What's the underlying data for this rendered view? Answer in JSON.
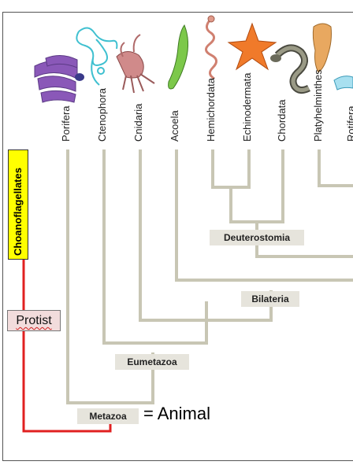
{
  "outgroup": {
    "label": "Choanoflagellates",
    "color": "#ffff00"
  },
  "taxa": [
    "Porifera",
    "Ctenophora",
    "Cnidaria",
    "Acoela",
    "Hemichordata",
    "Echinodermata",
    "Chordata",
    "Platyhelminthes",
    "Rotifera"
  ],
  "clades": {
    "deuterostomia": "Deuterostomia",
    "bilateria": "Bilateria",
    "eumetazoa": "Eumetazoa",
    "metazoa": "Metazoa"
  },
  "annotations": {
    "protist": "Protist",
    "animal": "= Animal"
  },
  "organism_icons": [
    "sponge-icon",
    "comb-jelly-icon",
    "jellyfish-icon",
    "acoel-worm-icon",
    "acorn-worm-icon",
    "starfish-icon",
    "snake-icon",
    "flatworm-icon",
    "rotifer-icon"
  ],
  "colors": {
    "branch": "#c8c6b4",
    "protist_line": "#e02020",
    "node_box": "#e6e4dc"
  }
}
